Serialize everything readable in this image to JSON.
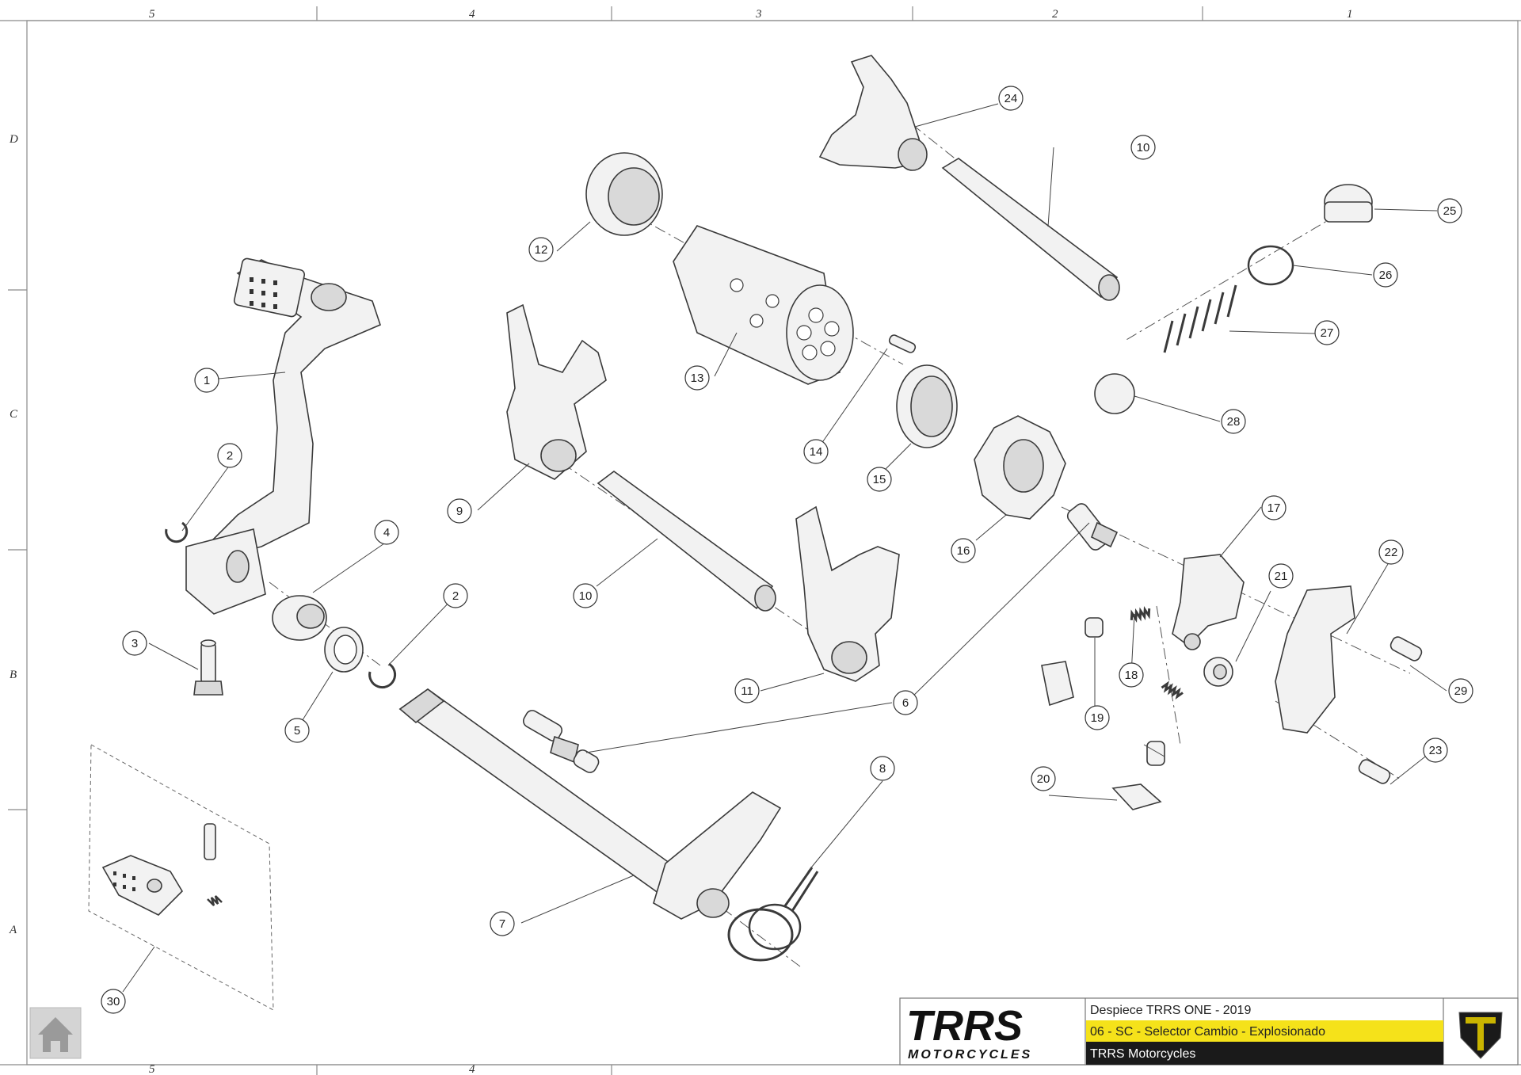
{
  "sheet": {
    "columns": [
      "5",
      "4",
      "3",
      "2",
      "1"
    ],
    "rows": [
      "D",
      "C",
      "B",
      "A"
    ]
  },
  "callouts": [
    {
      "id": "c1",
      "num": "1"
    },
    {
      "id": "c2a",
      "num": "2"
    },
    {
      "id": "c2b",
      "num": "2"
    },
    {
      "id": "c3",
      "num": "3"
    },
    {
      "id": "c4",
      "num": "4"
    },
    {
      "id": "c5",
      "num": "5"
    },
    {
      "id": "c6",
      "num": "6"
    },
    {
      "id": "c7",
      "num": "7"
    },
    {
      "id": "c8",
      "num": "8"
    },
    {
      "id": "c9",
      "num": "9"
    },
    {
      "id": "c10a",
      "num": "10"
    },
    {
      "id": "c10b",
      "num": "10"
    },
    {
      "id": "c11",
      "num": "11"
    },
    {
      "id": "c12",
      "num": "12"
    },
    {
      "id": "c13",
      "num": "13"
    },
    {
      "id": "c14",
      "num": "14"
    },
    {
      "id": "c15",
      "num": "15"
    },
    {
      "id": "c16",
      "num": "16"
    },
    {
      "id": "c17",
      "num": "17"
    },
    {
      "id": "c18",
      "num": "18"
    },
    {
      "id": "c19",
      "num": "19"
    },
    {
      "id": "c20",
      "num": "20"
    },
    {
      "id": "c21",
      "num": "21"
    },
    {
      "id": "c22",
      "num": "22"
    },
    {
      "id": "c23",
      "num": "23"
    },
    {
      "id": "c24",
      "num": "24"
    },
    {
      "id": "c25",
      "num": "25"
    },
    {
      "id": "c26",
      "num": "26"
    },
    {
      "id": "c27",
      "num": "27"
    },
    {
      "id": "c28",
      "num": "28"
    },
    {
      "id": "c29",
      "num": "29"
    },
    {
      "id": "c30",
      "num": "30"
    }
  ],
  "title_block": {
    "logo_text": "TRRS",
    "logo_sub": "MOTORCYCLES",
    "line1": "Despiece TRRS ONE - 2019",
    "line2": "06 - SC - Selector Cambio - Explosionado",
    "line3": "TRRS Motorcycles",
    "highlight_color": "#f5e21a",
    "dark_band_color": "#1a1a1a",
    "emblem_color": "#c9b400"
  },
  "nav": {
    "home_icon": "home-icon"
  }
}
